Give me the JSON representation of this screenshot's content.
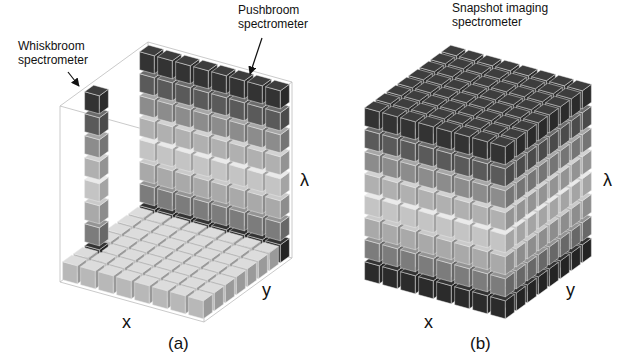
{
  "diagram": {
    "labels": [
      "Whiskbroom spectrometer",
      "Pushbroom spectrometer",
      "λ",
      "y",
      "x",
      "(a)",
      "Snapshot imaging spectrometer",
      "λ",
      "y",
      "x",
      "(b)"
    ]
  }
}
